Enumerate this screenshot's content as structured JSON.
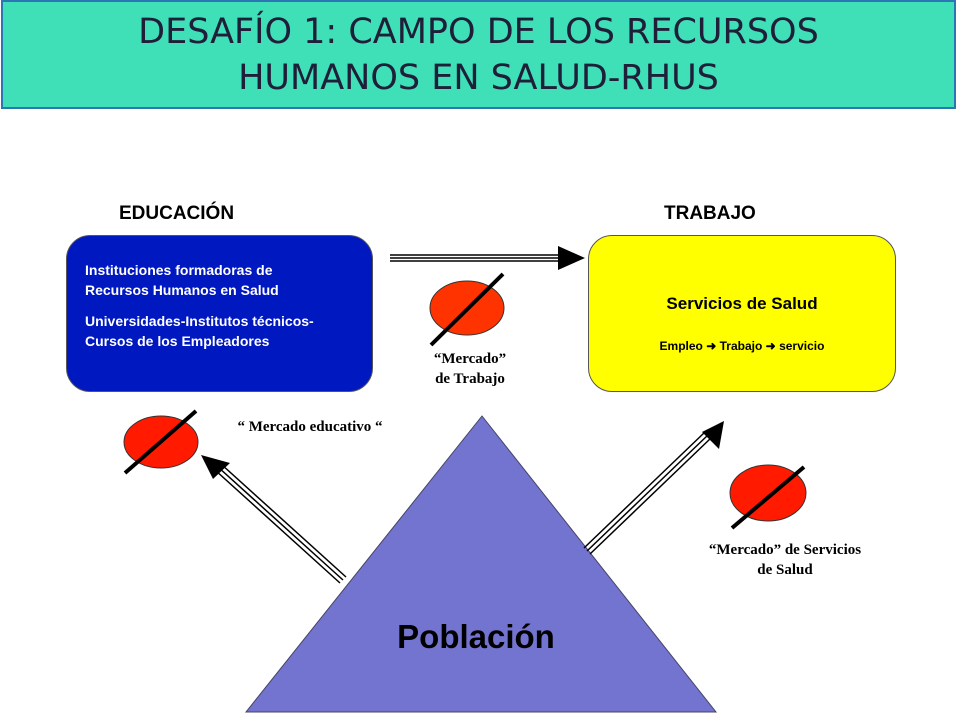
{
  "title": {
    "line1": "DESAFÍO 1: CAMPO DE LOS RECURSOS",
    "line2": "HUMANOS EN SALUD-RHUS"
  },
  "headings": {
    "education": "EDUCACIÓN",
    "work": "TRABAJO"
  },
  "education_box": {
    "line1": "Instituciones formadoras de",
    "line2": "Recursos Humanos en Salud",
    "line3": "Universidades-Institutos técnicos-",
    "line4": "Cursos de los Empleadores"
  },
  "work_box": {
    "title": "Servicios de Salud",
    "sub_employment": "Empleo",
    "sub_work": "Trabajo",
    "sub_service": "servicio"
  },
  "markets": {
    "work_line1": "“Mercado”",
    "work_line2": "de Trabajo",
    "education": "“ Mercado educativo “",
    "services_line1": "“Mercado”  de Servicios",
    "services_line2": "de Salud"
  },
  "population": "Población",
  "colors": {
    "title_bg": "#3fe0b8",
    "education_box": "#0018c0",
    "work_box": "#ffff00",
    "triangle": "#7373d0",
    "market_circle": "#ff1a00",
    "market_circle_top": "#ff3300"
  }
}
